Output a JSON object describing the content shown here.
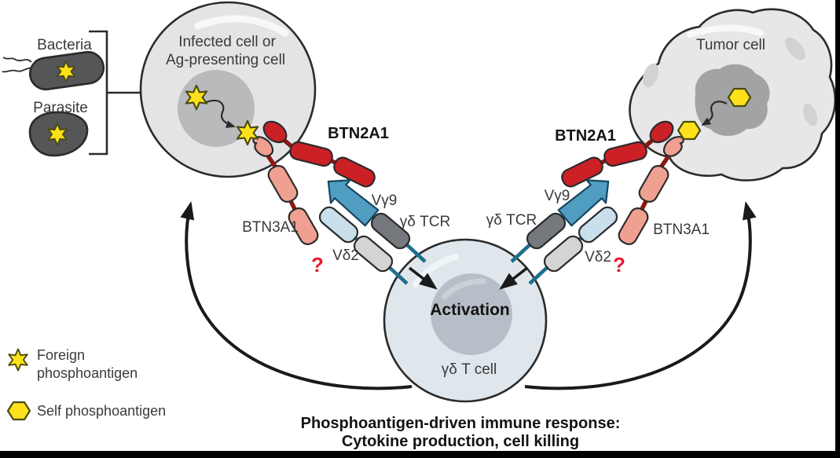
{
  "sources": {
    "bacteria_label": "Bacteria",
    "parasite_label": "Parasite"
  },
  "cells": {
    "infected_line1": "Infected cell or",
    "infected_line2": "Ag-presenting cell",
    "tumor_label": "Tumor cell",
    "t_cell_label": "γδ T cell",
    "activation_label": "Activation"
  },
  "molecules": {
    "btn2a1": "BTN2A1",
    "btn3a1": "BTN3A1",
    "vgamma9": "Vγ9",
    "vdelta2": "Vδ2",
    "gd_tcr": "γδ TCR",
    "uncertain_mark": "?"
  },
  "legend": {
    "foreign_line1": "Foreign",
    "foreign_line2": "phosphoantigen",
    "self_label": "Self phosphoantigen"
  },
  "caption": {
    "line1": "Phosphoantigen-driven immune response:",
    "line2": "Cytokine production, cell killing"
  },
  "colors": {
    "btn2a1_red": "#cb2026",
    "stalk_dark_red": "#8b1712",
    "btn3a1_salmon": "#f0a091",
    "vgamma9_blue": "#4f9dc1",
    "vdelta2_light_blue": "#c9dfeb",
    "tcr_dark_gray": "#75787c",
    "tcr_light_gray": "#d4d4d5",
    "tcr_stalk_teal": "#1e6e8e",
    "phosphoantigen_yellow": "#fee11a",
    "question_red": "#e8192c",
    "pathogen_dark_gray": "#555658",
    "infected_cell_fill": "#e4e4e6",
    "t_cell_fill": "#dfe7ec",
    "tumor_cell_fill": "#e7e7e9",
    "nucleus_gray": "#b9babc",
    "outline_black": "#2b2b2b"
  }
}
